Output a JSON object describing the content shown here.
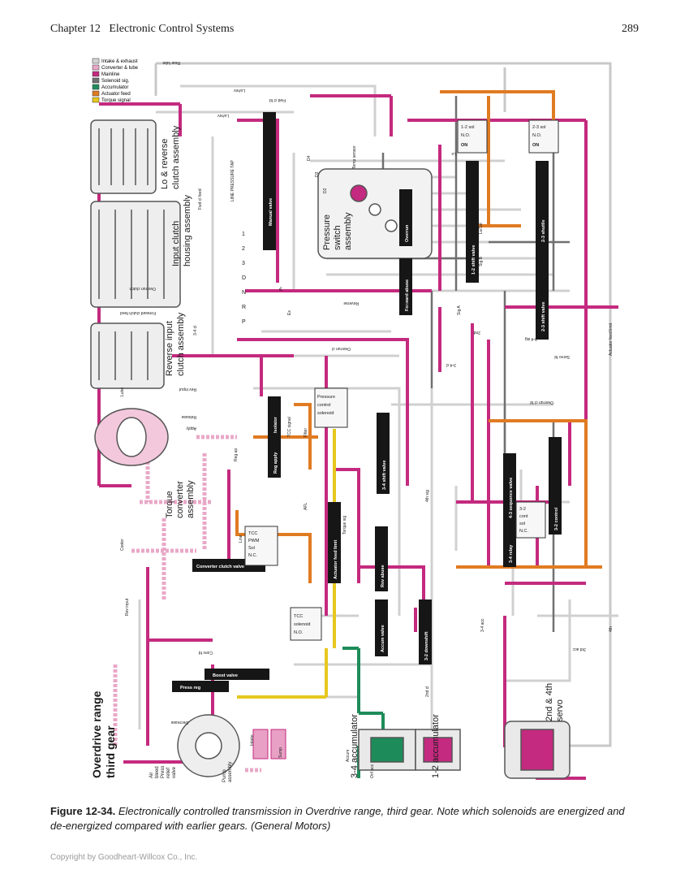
{
  "header": {
    "chapter": "Chapter 12",
    "chapter_title": "Electronic Control Systems",
    "page_number": "289"
  },
  "colors": {
    "intake": "#d3d3d3",
    "converter": "#e9a8c8",
    "mainline": "#c42a7f",
    "solenoid": "#6f6f6f",
    "accumulator": "#1e8c5a",
    "actuator": "#e07b22",
    "torque": "#e6c81e"
  },
  "legend": [
    "Intake & exhaust",
    "Converter & lube",
    "Mainline",
    "Solenoid sig.",
    "Accumulator",
    "Actuator feed",
    "Torque signal"
  ],
  "diagram_title": [
    "Overdrive range",
    "third gear"
  ],
  "assemblies": {
    "lo_reverse": [
      "Lo & reverse",
      "clutch assembly"
    ],
    "input_clutch": [
      "Input clutch",
      "housing assembly"
    ],
    "reverse_input": [
      "Reverse input",
      "clutch assembly"
    ],
    "torque_converter": [
      "Torque",
      "converter",
      "assembly"
    ],
    "pressure_switch": [
      "Pressure",
      "switch",
      "assembly"
    ],
    "accum_34": "3-4 accumulator",
    "accum_12": "1-2 accumulator",
    "servo": [
      "2nd & 4th",
      "servo"
    ],
    "pump": [
      "Pump",
      "assembly"
    ],
    "air_bleed": [
      "Air",
      "bleed"
    ],
    "press_relief": [
      "Press",
      "relief",
      "valve"
    ]
  },
  "valves": {
    "manual": "Manual valve",
    "forward_abuse": "Forward abuse",
    "overrun": "Overrun",
    "shift_12": "1-2 shift valve",
    "shift_23": "2-3 shift valve",
    "shuttle_23": "2-3 shuttle",
    "reg_apply": "Reg apply",
    "isolator": "Isolator",
    "shift_34": "3-4 shift valve",
    "actuator_feed_limit": "Actuator feed limit",
    "rev_abuse": "Rev abuse",
    "relay_34": "3-4 relay",
    "sequence_43": "4-3 sequence valve",
    "control_32": "3-2 control",
    "downshift_32": "3-2 downshift",
    "accum_valve": "Accum valve",
    "converter_clutch": "Converter clutch valve",
    "boost": "Boost valve",
    "press_reg": "Press reg"
  },
  "solenoids": {
    "sol_12": [
      "1-2 sol",
      "N.O.",
      "ON"
    ],
    "sol_23": [
      "2-3 sol",
      "N.O.",
      "ON"
    ],
    "tcc_pwm": [
      "TCC",
      "PWM",
      "Sol",
      "N.C."
    ],
    "pressure_control": [
      "Pressure",
      "control",
      "solenoid"
    ],
    "tcc_solenoid": [
      "TCC",
      "solenoid",
      "N.O."
    ],
    "sol_32": [
      "3-2",
      "cont",
      "sol",
      "N.C."
    ]
  },
  "passages": [
    "Lo/rev",
    "Fwd cl fd",
    "Rear lube",
    "Lo/rev",
    "Fwd cl feed",
    "Overrun clutch",
    "Forward clutch feed",
    "3-4 cl",
    "Overrun cl",
    "Rev input",
    "Lube",
    "Release",
    "Apply",
    "Cooler",
    "Line",
    "Reg ap",
    "Rev input",
    "Conv fd",
    "Decrease",
    "Intake",
    "Sump",
    "Filter",
    "AFL",
    "Sig A",
    "2nd",
    "3-4 sig",
    "Servo fd",
    "Overrun cl fd",
    "Actuator feed limit",
    "4th",
    "3rd acc",
    "3-4 acc",
    "2nd cl",
    "Accum",
    "Orif acc",
    "D4",
    "D3",
    "D2",
    "Pr",
    "Ex",
    "LINE PRESSURE TAP",
    "Reverse",
    "Rev",
    "TCC signal",
    "Torque sig",
    "Temp sensor",
    "Lo/1st",
    "Sig B",
    "3-4 cl",
    "4th sig",
    "Lo"
  ],
  "gear_selector": [
    "P",
    "R",
    "N",
    "D",
    "3",
    "2",
    "1"
  ],
  "caption": {
    "label": "Figure 12-34.",
    "text": "Electronically controlled transmission in Overdrive range, third gear. Note which solenoids are energized and de-energized compared with earlier gears. (General Motors)"
  },
  "copyright": "Copyright by Goodheart-Willcox Co., Inc."
}
